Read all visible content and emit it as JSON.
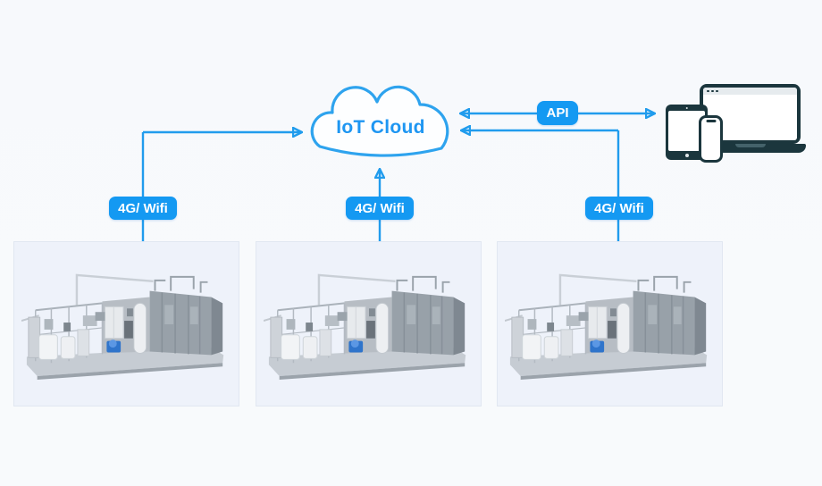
{
  "cloud": {
    "label": "IoT Cloud",
    "icon": "cloud-outline-icon",
    "text_color": "#1e96f2"
  },
  "api": {
    "label": "API"
  },
  "connections": [
    {
      "label": "4G/ Wifi",
      "from": "machine-1",
      "to": "cloud",
      "direction": "bidirectional"
    },
    {
      "label": "4G/ Wifi",
      "from": "machine-2",
      "to": "cloud",
      "direction": "bidirectional"
    },
    {
      "label": "4G/ Wifi",
      "from": "machine-3",
      "to": "cloud",
      "direction": "bidirectional"
    }
  ],
  "devices": {
    "icons": [
      "laptop-icon",
      "tablet-icon",
      "smartphone-icon"
    ]
  },
  "machines": {
    "count": 3,
    "image": "industrial-water-treatment-machine"
  },
  "colors": {
    "accent_blue": "#1499f2",
    "arrow_blue": "#219ced",
    "cloud_stroke": "#2ea3ee",
    "device_dark": "#1b363d",
    "card_background": "#eef2fa",
    "page_background": "#f8fafc"
  }
}
